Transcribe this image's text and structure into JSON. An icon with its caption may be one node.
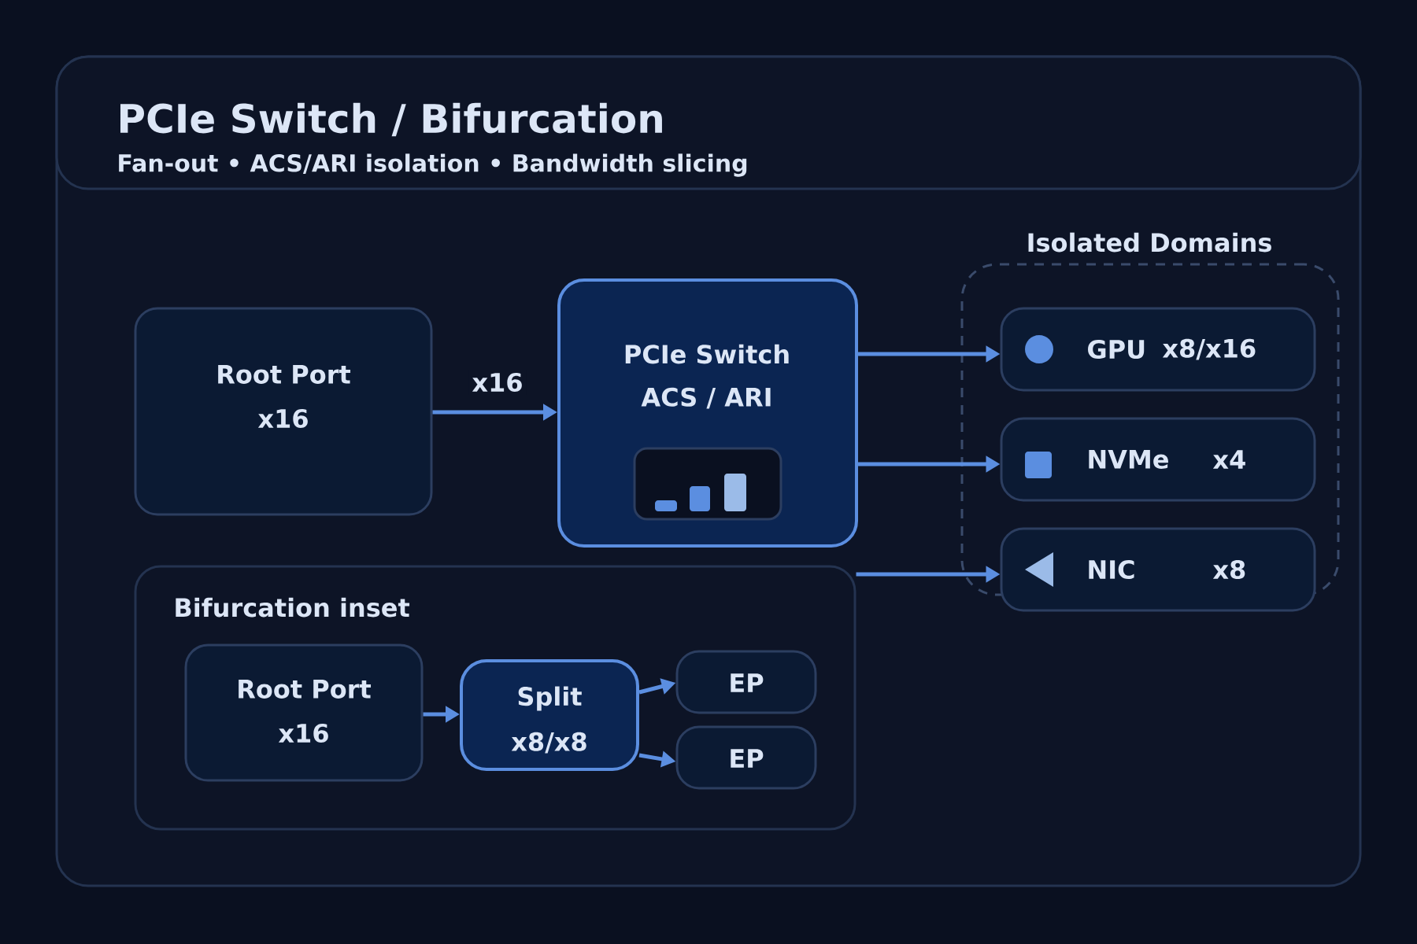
{
  "diagram": {
    "title": "PCIe Switch / Bifurcation",
    "nodes": [
      {
        "text": [
          "Root Port",
          "x16"
        ]
      },
      {
        "text": [
          "PCIe Switch",
          "ACS / ARI"
        ]
      },
      {
        "text": [
          "Isolated Domains"
        ]
      },
      {
        "text": [
          "GPU",
          "x8/x16"
        ],
        "in": 2
      },
      {
        "text": [
          "NVMe",
          "x4"
        ],
        "in": 2
      },
      {
        "text": [
          "NIC",
          "x8"
        ],
        "in": 2
      },
      {
        "text": [
          "Bifurcation inset"
        ]
      },
      {
        "text": [
          "Root Port",
          "x16"
        ],
        "in": 6
      },
      {
        "text": [
          "Split",
          "x8/x8"
        ],
        "in": 6
      },
      {
        "text": [
          "EP"
        ],
        "in": 6
      },
      {
        "text": [
          "EP"
        ],
        "in": 6
      }
    ],
    "edges": [
      {
        "from": 0,
        "to": 1,
        "arrow": "to",
        "label": "x16"
      },
      {
        "from": 1,
        "to": 3,
        "arrow": "to"
      },
      {
        "from": 1,
        "to": 4,
        "arrow": "to"
      },
      {
        "from": 6,
        "to": 5,
        "arrow": "to"
      },
      {
        "from": 7,
        "to": 8,
        "arrow": "to"
      },
      {
        "from": 8,
        "to": 9,
        "arrow": "to"
      },
      {
        "from": 8,
        "to": 10,
        "arrow": "to"
      }
    ],
    "labels": [
      "Fan-out • ACS/ARI isolation • Bandwidth slicing"
    ]
  }
}
